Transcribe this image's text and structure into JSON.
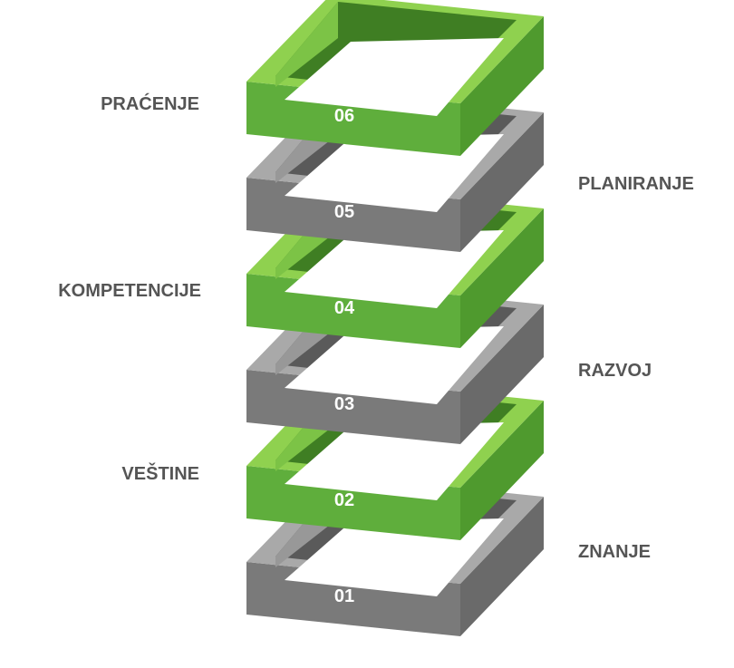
{
  "colors": {
    "green": {
      "top": "#8fd14f",
      "outer": "#5fae3c",
      "right": "#4f9a2e",
      "inner": "#3f7e23",
      "innerLight": "#7cc346"
    },
    "gray": {
      "top": "#a9a9a9",
      "outer": "#7a7a7a",
      "right": "#6a6a6a",
      "inner": "#5a5a5a",
      "innerLight": "#989898"
    },
    "number_text": "#ffffff",
    "label_text": "#555555"
  },
  "layers": [
    {
      "number": "01",
      "label": "ZNANJE",
      "color": "gray",
      "side": "right"
    },
    {
      "number": "02",
      "label": "VEŠTINE",
      "color": "green",
      "side": "left"
    },
    {
      "number": "03",
      "label": "RAZVOJ",
      "color": "gray",
      "side": "right"
    },
    {
      "number": "04",
      "label": "KOMPETENCIJE",
      "color": "green",
      "side": "left"
    },
    {
      "number": "05",
      "label": "PLANIRANJE",
      "color": "gray",
      "side": "right"
    },
    {
      "number": "06",
      "label": "PRAĆENJE",
      "color": "green",
      "side": "left"
    }
  ]
}
